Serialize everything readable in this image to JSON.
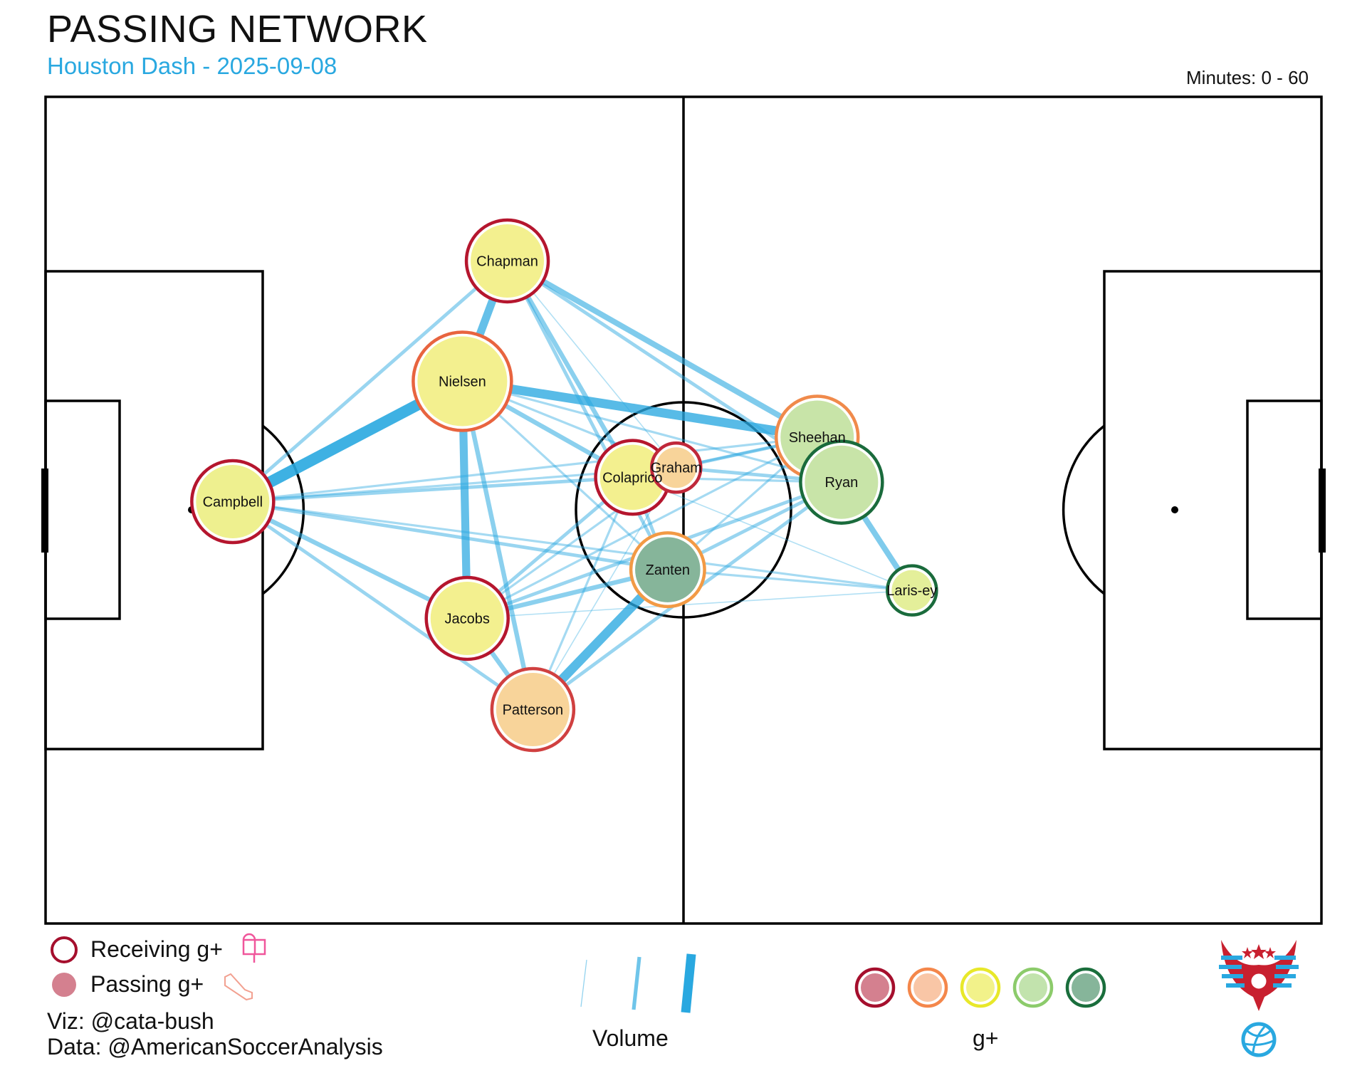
{
  "title": "PASSING NETWORK",
  "subtitle": "Houston Dash - 2025-09-08",
  "minutes": "Minutes: 0 - 60",
  "legend": {
    "receiving": "Receiving g+",
    "passing": "Passing g+",
    "viz": "Viz: @cata-bush",
    "data": "Data: @AmericanSoccerAnalysis",
    "volume_label": "Volume",
    "gplus_label": "g+",
    "gplus_scale": [
      {
        "stroke": "#a50f2d",
        "fill": "#d4808f"
      },
      {
        "stroke": "#f4874b",
        "fill": "#f9c6a6"
      },
      {
        "stroke": "#e8e82a",
        "fill": "#f2f28a"
      },
      {
        "stroke": "#8ccb6b",
        "fill": "#c2e3ad"
      },
      {
        "stroke": "#1a6e3c",
        "fill": "#86b59a"
      }
    ]
  },
  "colors": {
    "edge": "#29a8e0",
    "accent": "#29a8e0"
  },
  "chart_data": {
    "type": "network",
    "pitch": {
      "length": 105,
      "width": 68
    },
    "nodes": [
      {
        "name": "Chapman",
        "x": 38,
        "y": 54.5,
        "size": 5,
        "receiving": "#b5162e",
        "passing": "#f3f08f"
      },
      {
        "name": "Nielsen",
        "x": 34.3,
        "y": 44.6,
        "size": 6,
        "receiving": "#e8643f",
        "passing": "#f3f08f"
      },
      {
        "name": "Campbell",
        "x": 15.4,
        "y": 34.7,
        "size": 5,
        "receiving": "#b5162e",
        "passing": "#eef08f"
      },
      {
        "name": "Colaprico",
        "x": 48.3,
        "y": 36.7,
        "size": 4.5,
        "receiving": "#b5162e",
        "passing": "#f3f08f"
      },
      {
        "name": "Graham",
        "x": 51.9,
        "y": 37.5,
        "size": 3,
        "receiving": "#c0283a",
        "passing": "#f8d49a"
      },
      {
        "name": "Sheehan",
        "x": 63.5,
        "y": 40,
        "size": 5,
        "receiving": "#f08a4b",
        "passing": "#c8e4a8"
      },
      {
        "name": "Ryan",
        "x": 65.5,
        "y": 36.3,
        "size": 5,
        "receiving": "#1a6b3c",
        "passing": "#c8e4a8"
      },
      {
        "name": "Zanten",
        "x": 51.2,
        "y": 29.1,
        "size": 4.5,
        "receiving": "#f29a45",
        "passing": "#86b59a"
      },
      {
        "name": "Laris-ey",
        "x": 71.3,
        "y": 27.4,
        "size": 3,
        "receiving": "#1a6b3c",
        "passing": "#e4ef9a"
      },
      {
        "name": "Jacobs",
        "x": 34.7,
        "y": 25.1,
        "size": 5,
        "receiving": "#b5162e",
        "passing": "#f3f08f"
      },
      {
        "name": "Patterson",
        "x": 40.1,
        "y": 17.6,
        "size": 5,
        "receiving": "#d04040",
        "passing": "#f8d49a"
      }
    ],
    "edges": [
      [
        "Campbell",
        "Nielsen",
        10
      ],
      [
        "Campbell",
        "Chapman",
        3
      ],
      [
        "Campbell",
        "Colaprico",
        3
      ],
      [
        "Campbell",
        "Graham",
        2
      ],
      [
        "Campbell",
        "Zanten",
        3
      ],
      [
        "Campbell",
        "Jacobs",
        4
      ],
      [
        "Campbell",
        "Patterson",
        3
      ],
      [
        "Campbell",
        "Sheehan",
        2
      ],
      [
        "Campbell",
        "Laris-ey",
        2
      ],
      [
        "Chapman",
        "Nielsen",
        7
      ],
      [
        "Chapman",
        "Sheehan",
        5
      ],
      [
        "Chapman",
        "Ryan",
        3
      ],
      [
        "Chapman",
        "Colaprico",
        4
      ],
      [
        "Chapman",
        "Zanten",
        3
      ],
      [
        "Chapman",
        "Graham",
        1
      ],
      [
        "Nielsen",
        "Sheehan",
        8
      ],
      [
        "Nielsen",
        "Jacobs",
        7
      ],
      [
        "Nielsen",
        "Patterson",
        4
      ],
      [
        "Nielsen",
        "Colaprico",
        4
      ],
      [
        "Nielsen",
        "Ryan",
        2
      ],
      [
        "Nielsen",
        "Graham",
        2
      ],
      [
        "Nielsen",
        "Zanten",
        2
      ],
      [
        "Jacobs",
        "Colaprico",
        3
      ],
      [
        "Jacobs",
        "Zanten",
        4
      ],
      [
        "Jacobs",
        "Ryan",
        3
      ],
      [
        "Jacobs",
        "Sheehan",
        2
      ],
      [
        "Jacobs",
        "Laris-ey",
        1
      ],
      [
        "Jacobs",
        "Patterson",
        4
      ],
      [
        "Jacobs",
        "Graham",
        2
      ],
      [
        "Patterson",
        "Zanten",
        8
      ],
      [
        "Patterson",
        "Ryan",
        3
      ],
      [
        "Patterson",
        "Colaprico",
        2
      ],
      [
        "Patterson",
        "Graham",
        1
      ],
      [
        "Zanten",
        "Colaprico",
        3
      ],
      [
        "Zanten",
        "Ryan",
        3
      ],
      [
        "Zanten",
        "Laris-ey",
        2
      ],
      [
        "Colaprico",
        "Sheehan",
        3
      ],
      [
        "Colaprico",
        "Ryan",
        2
      ],
      [
        "Graham",
        "Ryan",
        3
      ],
      [
        "Graham",
        "Sheehan",
        2
      ],
      [
        "Sheehan",
        "Zanten",
        2
      ],
      [
        "Ryan",
        "Laris-ey",
        5
      ],
      [
        "Sheehan",
        "Ryan",
        2
      ],
      [
        "Colaprico",
        "Laris-ey",
        1
      ]
    ],
    "volume_legend": [
      1,
      4,
      10
    ]
  }
}
